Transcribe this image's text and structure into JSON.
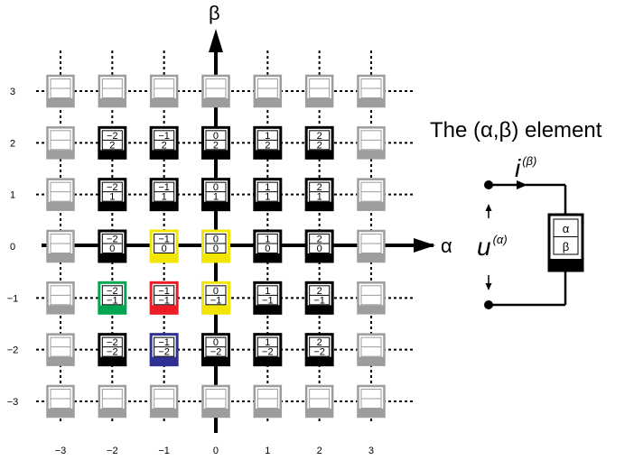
{
  "axes": {
    "alpha_label": "α",
    "beta_label": "β",
    "x_ticks": [
      "−3",
      "−2",
      "−1",
      "0",
      "1",
      "2",
      "3"
    ],
    "y_ticks": [
      "3",
      "2",
      "1",
      "0",
      "−1",
      "−2",
      "−3"
    ]
  },
  "grid": {
    "range": [
      -3,
      3
    ],
    "labeled_elements": [
      {
        "a": -2,
        "b": 2,
        "top": "−2",
        "bottom": "2",
        "color": "#000000"
      },
      {
        "a": -1,
        "b": 2,
        "top": "−1",
        "bottom": "2",
        "color": "#000000"
      },
      {
        "a": 0,
        "b": 2,
        "top": "0",
        "bottom": "2",
        "color": "#000000"
      },
      {
        "a": 1,
        "b": 2,
        "top": "1",
        "bottom": "2",
        "color": "#000000"
      },
      {
        "a": 2,
        "b": 2,
        "top": "2",
        "bottom": "2",
        "color": "#000000"
      },
      {
        "a": -2,
        "b": 1,
        "top": "−2",
        "bottom": "1",
        "color": "#000000"
      },
      {
        "a": -1,
        "b": 1,
        "top": "−1",
        "bottom": "1",
        "color": "#000000"
      },
      {
        "a": 0,
        "b": 1,
        "top": "0",
        "bottom": "1",
        "color": "#000000"
      },
      {
        "a": 1,
        "b": 1,
        "top": "1",
        "bottom": "1",
        "color": "#000000"
      },
      {
        "a": 2,
        "b": 1,
        "top": "2",
        "bottom": "1",
        "color": "#000000"
      },
      {
        "a": -2,
        "b": 0,
        "top": "−2",
        "bottom": "0",
        "color": "#000000"
      },
      {
        "a": -1,
        "b": 0,
        "top": "−1",
        "bottom": "0",
        "color": "#f2e600"
      },
      {
        "a": 0,
        "b": 0,
        "top": "0",
        "bottom": "0",
        "color": "#f2e600"
      },
      {
        "a": 1,
        "b": 0,
        "top": "1",
        "bottom": "0",
        "color": "#000000"
      },
      {
        "a": 2,
        "b": 0,
        "top": "2",
        "bottom": "0",
        "color": "#000000"
      },
      {
        "a": -2,
        "b": -1,
        "top": "−2",
        "bottom": "−1",
        "color": "#00a651"
      },
      {
        "a": -1,
        "b": -1,
        "top": "−1",
        "bottom": "−1",
        "color": "#ed1c24"
      },
      {
        "a": 0,
        "b": -1,
        "top": "0",
        "bottom": "−1",
        "color": "#f2e600"
      },
      {
        "a": 1,
        "b": -1,
        "top": "1",
        "bottom": "−1",
        "color": "#000000"
      },
      {
        "a": 2,
        "b": -1,
        "top": "2",
        "bottom": "−1",
        "color": "#000000"
      },
      {
        "a": -2,
        "b": -2,
        "top": "−2",
        "bottom": "−2",
        "color": "#000000"
      },
      {
        "a": -1,
        "b": -2,
        "top": "−1",
        "bottom": "−2",
        "color": "#2e3192"
      },
      {
        "a": 0,
        "b": -2,
        "top": "0",
        "bottom": "−2",
        "color": "#000000"
      },
      {
        "a": 1,
        "b": -2,
        "top": "1",
        "bottom": "−2",
        "color": "#000000"
      },
      {
        "a": 2,
        "b": -2,
        "top": "2",
        "bottom": "−2",
        "color": "#000000"
      }
    ],
    "empty_color": "#9d9d9d"
  },
  "legend": {
    "title": "The (α,β) element",
    "current_symbol": "i",
    "current_sup": "(β)",
    "voltage_symbol": "u",
    "voltage_sup": "(α)",
    "element_top": "α",
    "element_bottom": "β"
  }
}
